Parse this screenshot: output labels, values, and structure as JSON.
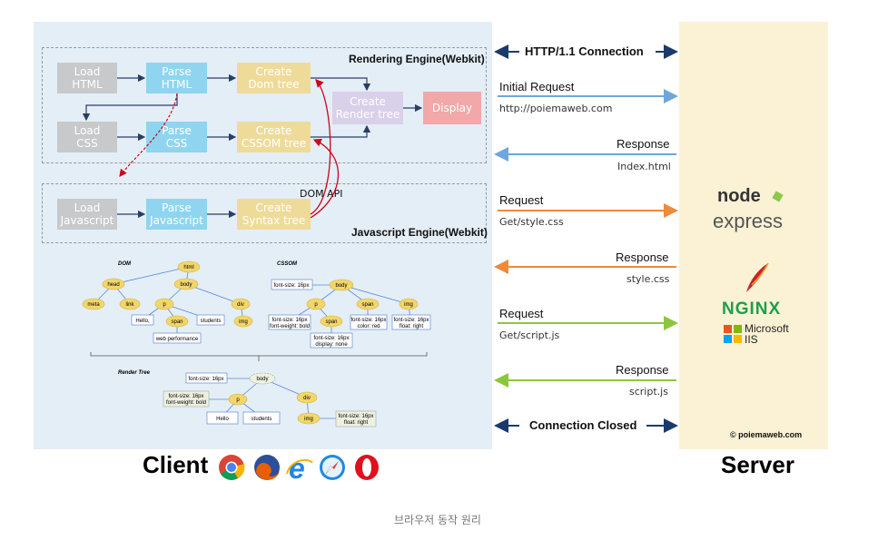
{
  "engine": {
    "rendering_title": "Rendering Engine(Webkit)",
    "js_title": "Javascript Engine(Webkit)",
    "dom_api": "DOM API",
    "boxes": {
      "load_html": "Load\nHTML",
      "parse_html": "Parse\nHTML",
      "create_dom": "Create\nDom tree",
      "load_css": "Load\nCSS",
      "parse_css": "Parse\nCSS",
      "create_cssom": "Create\nCSSOM tree",
      "create_render": "Create\nRender tree",
      "display": "Display",
      "load_js": "Load\nJavascript",
      "parse_js": "Parse\nJavascript",
      "create_syntax": "Create\nSyntax  tree"
    }
  },
  "trees": {
    "dom_label": "DOM",
    "cssom_label": "CSSOM",
    "render_label": "Render Tree",
    "dom_nodes": {
      "html": "html",
      "head": "head",
      "body": "body",
      "meta": "meta",
      "link": "link",
      "p": "p",
      "div": "div",
      "hello": "Hello,",
      "span": "span",
      "students": "students",
      "img": "img",
      "web_performance": "web performance"
    },
    "cssom_nodes": {
      "font16": "font-size: 16px",
      "body": "body",
      "p": "p",
      "span": "span",
      "img": "img",
      "p_style": "font-size: 16px\nfont-weight: bold",
      "span_p": "span",
      "span_style": "font-size: 16px\ncolor: red",
      "img_style": "font-size: 16px\nfloat: right",
      "span_display": "font-size: 16px\ndisplay: none"
    },
    "render_nodes": {
      "font16": "font-size: 16px",
      "body": "body",
      "p_style": "font-size: 16px\nfont-weight: bold",
      "p": "p",
      "div": "div",
      "hello": "Hello",
      "students": "students",
      "img": "img",
      "img_style": "font-size: 16px\nfloat: right"
    }
  },
  "messages": [
    {
      "label": "HTTP/1.1 Connection",
      "sub": "",
      "direction": "both",
      "color": "#1b3a6b"
    },
    {
      "label": "Initial Request",
      "sub": "http://poiemaweb.com",
      "direction": "right",
      "color": "#6fa6db"
    },
    {
      "label": "Response",
      "sub": "Index.html",
      "direction": "left",
      "color": "#6fa6db"
    },
    {
      "label": "Request",
      "sub": "Get/style.css",
      "direction": "right",
      "color": "#ee8a3c"
    },
    {
      "label": "Response",
      "sub": "style.css",
      "direction": "left",
      "color": "#ee8a3c"
    },
    {
      "label": "Request",
      "sub": "Get/script.js",
      "direction": "right",
      "color": "#8cc63f"
    },
    {
      "label": "Response",
      "sub": "script.js",
      "direction": "left",
      "color": "#8cc63f"
    },
    {
      "label": "Connection Closed",
      "sub": "",
      "direction": "both",
      "color": "#1b3a6b"
    }
  ],
  "server_logos": {
    "node": "node",
    "express": "express",
    "nginx": "NGINX",
    "microsoft": "Microsoft",
    "iis": "IIS",
    "copyright": "© poiemaweb.com"
  },
  "footer": {
    "client": "Client",
    "server": "Server",
    "browser_icons": [
      "chrome-icon",
      "firefox-icon",
      "ie-icon",
      "safari-icon",
      "opera-icon"
    ]
  },
  "caption": "브라우저 동작 원리"
}
